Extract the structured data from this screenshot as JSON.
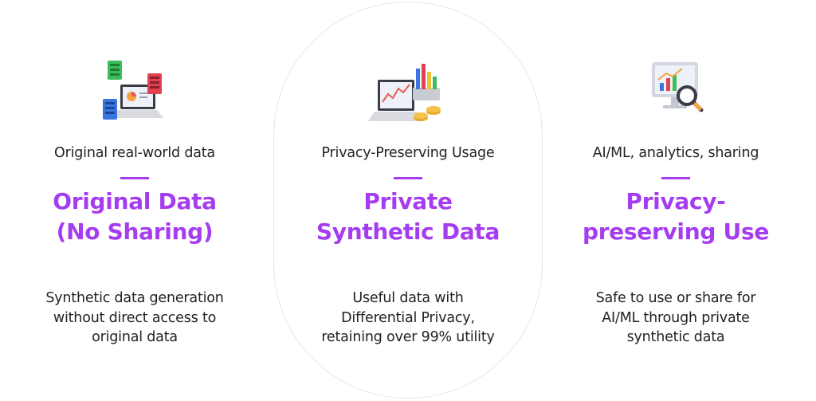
{
  "colors": {
    "accent": "#a53cf0",
    "border": "#e7e4ee",
    "text": "#222222"
  },
  "columns": [
    {
      "icon": "servers-laptop-icon",
      "subtitle": "Original real-world data",
      "title_lines": [
        "Original Data",
        "(No Sharing)"
      ],
      "desc_lines": [
        "Synthetic data generation",
        "without direct access to",
        "original data"
      ]
    },
    {
      "icon": "laptop-charts-coins-icon",
      "subtitle": "Privacy-Preserving Usage",
      "title_lines": [
        "Private",
        "Synthetic Data"
      ],
      "desc_lines": [
        "Useful data with",
        "Differential Privacy,",
        "retaining over 99% utility"
      ]
    },
    {
      "icon": "monitor-magnifier-icon",
      "subtitle": "AI/ML, analytics, sharing",
      "title_lines": [
        "Privacy-",
        "preserving Use"
      ],
      "desc_lines": [
        "Safe to use or share for",
        "AI/ML through private",
        "synthetic data"
      ]
    }
  ]
}
